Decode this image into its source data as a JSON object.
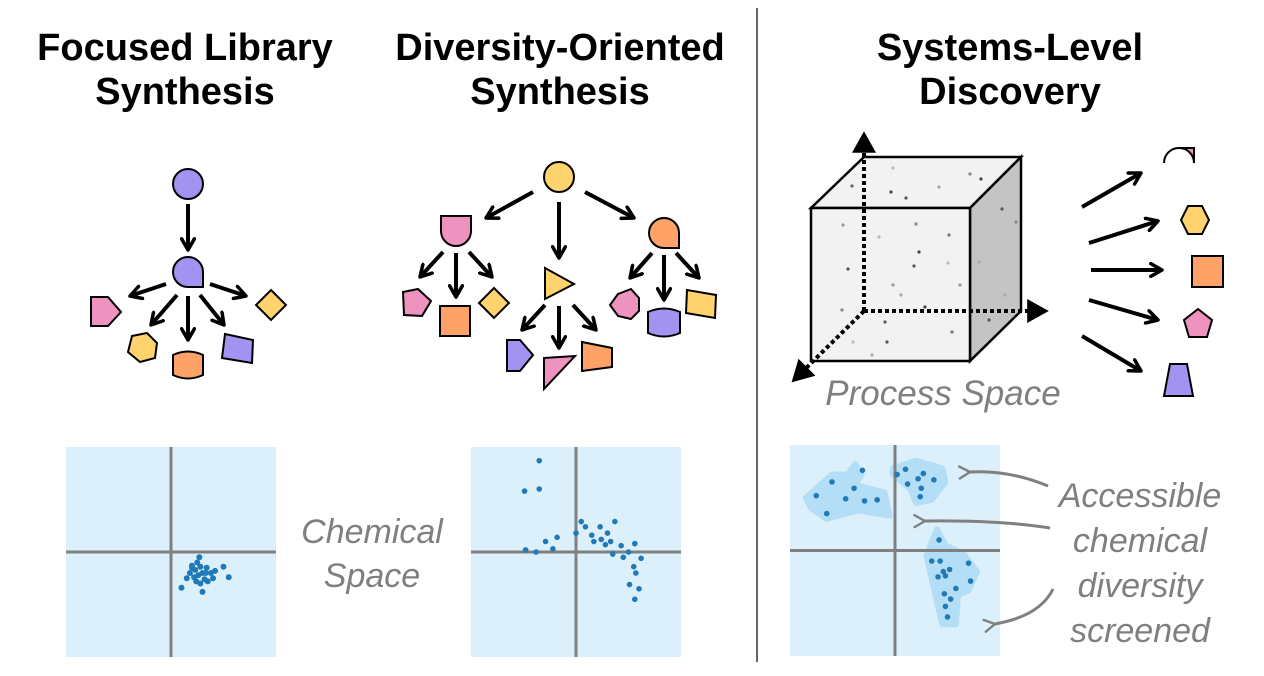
{
  "panels": [
    {
      "id": "focused",
      "title_line1": "Focused Library",
      "title_line2": "Synthesis"
    },
    {
      "id": "dos",
      "title_line1": "Diversity-Oriented",
      "title_line2": "Synthesis"
    },
    {
      "id": "systems",
      "title_line1": "Systems-Level",
      "title_line2": "Discovery"
    }
  ],
  "labels": {
    "chemical_space_line1": "Chemical",
    "chemical_space_line2": "Space",
    "process_space": "Process Space",
    "accessible_line1": "Accessible",
    "accessible_line2": "chemical",
    "accessible_line3": "diversity",
    "accessible_line4": "screened"
  },
  "colors": {
    "purple": "#a393f0",
    "yellow": "#ffd36e",
    "pink": "#ee92c0",
    "orange": "#ffa267",
    "plot_bg": "#dcf0fb",
    "cluster": "#b4def6",
    "dot": "#1f7ab7",
    "axis": "#808080",
    "label_gray": "#7f7f7f"
  },
  "shapes": {
    "focused_start": "purple circle",
    "focused_mid": "purple teardrop",
    "focused_products": [
      "pink pentagon",
      "yellow hexagon",
      "orange cylinder",
      "purple parallelogram",
      "yellow diamond"
    ],
    "dos_start": "yellow circle",
    "dos_branches": [
      {
        "node": "pink shield",
        "products": [
          "pink pentagon",
          "orange square",
          "yellow diamond"
        ]
      },
      {
        "node": "yellow triangle",
        "products": [
          "purple pentagon",
          "pink triangle",
          "orange trapezoid"
        ]
      },
      {
        "node": "orange teardrop",
        "products": [
          "pink hexagon",
          "purple cylinder",
          "yellow parallelogram"
        ]
      }
    ],
    "systems_products": [
      "pink teardrop",
      "yellow hexagon",
      "orange square",
      "pink pentagon",
      "purple trapezoid"
    ]
  },
  "chart_data": [
    {
      "type": "scatter",
      "title": "Focused Library Synthesis - chemical space",
      "xlim": [
        -1,
        1
      ],
      "ylim": [
        -1,
        1
      ],
      "grid": false,
      "points": [
        [
          0.25,
          -0.1
        ],
        [
          0.2,
          -0.13
        ],
        [
          0.23,
          -0.17
        ],
        [
          0.28,
          -0.14
        ],
        [
          0.3,
          -0.2
        ],
        [
          0.18,
          -0.2
        ],
        [
          0.34,
          -0.15
        ],
        [
          0.26,
          -0.22
        ],
        [
          0.32,
          -0.26
        ],
        [
          0.22,
          -0.24
        ],
        [
          0.38,
          -0.2
        ],
        [
          0.42,
          -0.18
        ],
        [
          0.15,
          -0.25
        ],
        [
          0.35,
          -0.28
        ],
        [
          0.28,
          -0.3
        ],
        [
          0.5,
          -0.14
        ],
        [
          0.55,
          -0.24
        ],
        [
          0.1,
          -0.34
        ],
        [
          0.3,
          -0.38
        ],
        [
          0.27,
          -0.05
        ],
        [
          0.4,
          -0.25
        ],
        [
          0.24,
          -0.28
        ],
        [
          0.2,
          -0.15
        ],
        [
          0.33,
          -0.2
        ]
      ]
    },
    {
      "type": "scatter",
      "title": "Diversity-Oriented Synthesis - chemical space",
      "xlim": [
        -1,
        1
      ],
      "ylim": [
        -1,
        1
      ],
      "grid": false,
      "points": [
        [
          -0.35,
          0.87
        ],
        [
          -0.35,
          0.6
        ],
        [
          -0.49,
          0.58
        ],
        [
          -0.48,
          0.02
        ],
        [
          -0.38,
          0.0
        ],
        [
          -0.29,
          0.1
        ],
        [
          -0.22,
          0.03
        ],
        [
          -0.18,
          0.14
        ],
        [
          0.0,
          0.18
        ],
        [
          0.05,
          0.29
        ],
        [
          0.09,
          0.24
        ],
        [
          0.15,
          0.16
        ],
        [
          0.17,
          0.1
        ],
        [
          0.23,
          0.24
        ],
        [
          0.24,
          0.12
        ],
        [
          0.28,
          0.07
        ],
        [
          0.3,
          0.18
        ],
        [
          0.33,
          0.1
        ],
        [
          0.37,
          0.29
        ],
        [
          0.35,
          -0.02
        ],
        [
          0.43,
          0.06
        ],
        [
          0.45,
          -0.05
        ],
        [
          0.5,
          0.0
        ],
        [
          0.56,
          0.08
        ],
        [
          0.62,
          -0.06
        ],
        [
          0.55,
          -0.14
        ],
        [
          0.57,
          -0.2
        ],
        [
          0.51,
          -0.31
        ],
        [
          0.6,
          -0.35
        ],
        [
          0.56,
          -0.45
        ]
      ]
    },
    {
      "type": "scatter",
      "title": "Systems-Level Discovery - chemical space",
      "xlim": [
        -1,
        1
      ],
      "ylim": [
        -1,
        1
      ],
      "grid": false,
      "points": [
        [
          -0.75,
          0.52
        ],
        [
          -0.6,
          0.65
        ],
        [
          -0.47,
          0.49
        ],
        [
          -0.39,
          0.59
        ],
        [
          -0.29,
          0.47
        ],
        [
          -0.31,
          0.76
        ],
        [
          -0.17,
          0.48
        ],
        [
          -0.65,
          0.35
        ],
        [
          0.02,
          0.72
        ],
        [
          0.1,
          0.77
        ],
        [
          0.12,
          0.63
        ],
        [
          0.22,
          0.68
        ],
        [
          0.27,
          0.73
        ],
        [
          0.25,
          0.59
        ],
        [
          0.24,
          0.51
        ],
        [
          0.37,
          0.67
        ],
        [
          0.42,
          0.1
        ],
        [
          0.35,
          -0.1
        ],
        [
          0.43,
          -0.1
        ],
        [
          0.46,
          -0.2
        ],
        [
          0.41,
          -0.25
        ],
        [
          0.48,
          -0.24
        ],
        [
          0.52,
          -0.18
        ],
        [
          0.7,
          -0.12
        ],
        [
          0.72,
          -0.29
        ],
        [
          0.58,
          -0.36
        ],
        [
          0.47,
          -0.41
        ],
        [
          0.53,
          -0.46
        ],
        [
          0.48,
          -0.53
        ],
        [
          0.5,
          -0.63
        ]
      ]
    }
  ]
}
